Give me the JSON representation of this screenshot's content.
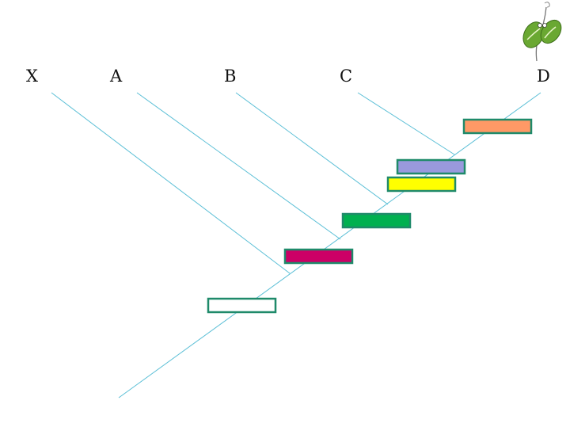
{
  "cladogram": {
    "taxa": [
      "X",
      "A",
      "B",
      "C",
      "D"
    ],
    "line_color": "#5bbfd6",
    "characters": [
      {
        "id": "char-1",
        "fill": "#ffffff",
        "border": "#1f8a6a"
      },
      {
        "id": "char-2",
        "fill": "#cc0066",
        "border": "#1f8a6a"
      },
      {
        "id": "char-3",
        "fill": "#00b050",
        "border": "#1f8a6a"
      },
      {
        "id": "char-4",
        "fill": "#ffff00",
        "border": "#1f8a6a"
      },
      {
        "id": "char-5",
        "fill": "#9999dd",
        "border": "#1f8a6a"
      },
      {
        "id": "char-6",
        "fill": "#ff9966",
        "border": "#1f8a6a"
      }
    ]
  },
  "decoration": {
    "icon": "leaf-sprig-icon",
    "leaf_color": "#6aa832"
  }
}
